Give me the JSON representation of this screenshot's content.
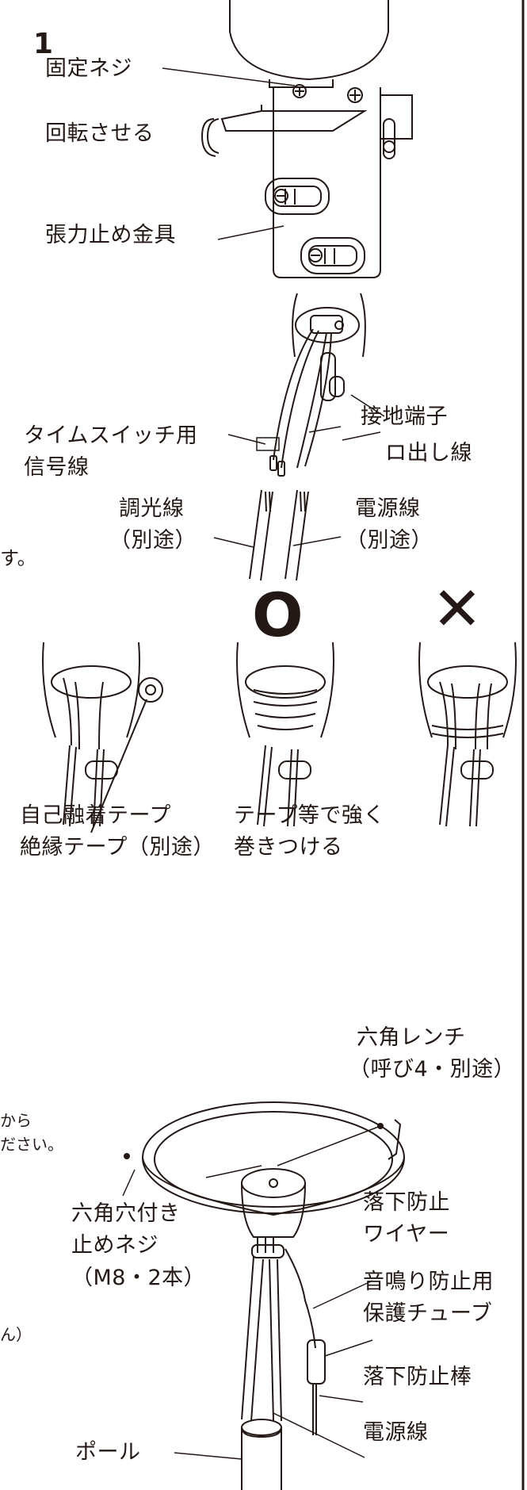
{
  "step_number": "1",
  "labels": {
    "fixing_screw": "固定ネジ",
    "rotate": "回転させる",
    "strain_relief": "張力止め金具",
    "ground_terminal": "接地端子",
    "timer_signal_line1": "タイムスイッチ用",
    "timer_signal_line2": "信号線",
    "lead_wire": "ロ出し線",
    "dimming_line1": "調光線",
    "dimming_line2": "（別途）",
    "power_line1": "電源線",
    "power_line2": "（別途）",
    "stray_char": "す。",
    "tape_line1": "自己融着テープ",
    "tape_line2": "絶縁テープ（別途）",
    "wrap_line1": "テープ等で強く",
    "wrap_line2": "巻きつける",
    "ok_mark": "O",
    "ng_mark": "✕",
    "hex_wrench_line1": "六角レンチ",
    "hex_wrench_line2": "（呼び4・別途）",
    "hex_screw_line1": "六角穴付き",
    "hex_screw_line2": "止めネジ",
    "hex_screw_line3": "（M8・2本）",
    "fall_wire_line1": "落下防止",
    "fall_wire_line2": "ワイヤー",
    "tube_line1": "音鳴り防止用",
    "tube_line2": "保護チューブ",
    "fall_rod": "落下防止棒",
    "power_line_bottom": "電源線",
    "pole": "ポール",
    "cut_text1": "から",
    "cut_text2": "ださい。",
    "cut_text3": "ん）"
  }
}
